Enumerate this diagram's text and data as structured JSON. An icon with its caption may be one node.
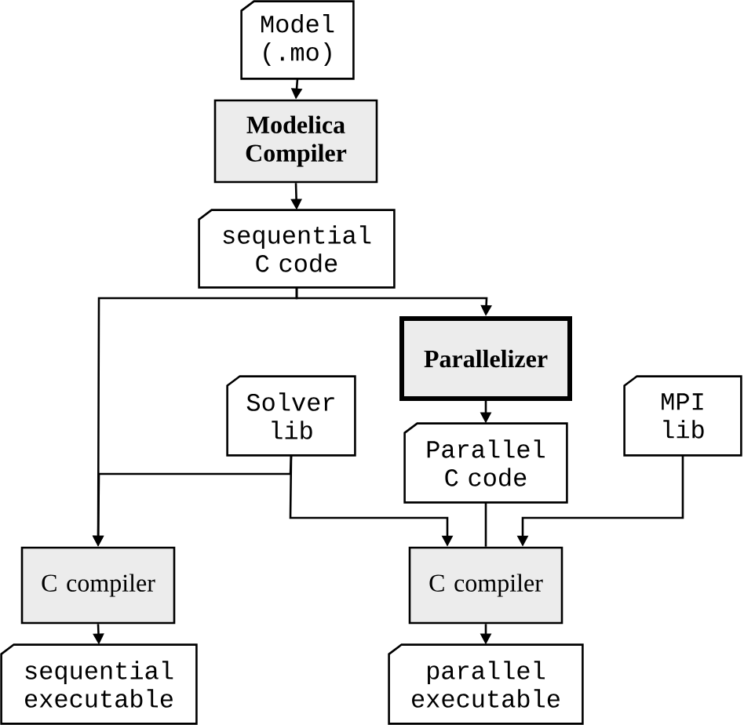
{
  "diagram": {
    "nodes": [
      {
        "text": [
          "Model (.mo)"
        ]
      },
      {
        "text": [
          "Modelica Compiler"
        ]
      },
      {
        "text": [
          "sequential C code"
        ]
      },
      {
        "text": [
          "Parallelizer"
        ]
      },
      {
        "text": [
          "Solver lib"
        ]
      },
      {
        "text": [
          "Parallel C code"
        ]
      },
      {
        "text": [
          "MPI lib"
        ]
      },
      {
        "text": [
          "C compiler"
        ]
      },
      {
        "text": [
          "C compiler"
        ]
      },
      {
        "text": [
          "sequential executable"
        ]
      },
      {
        "text": [
          "parallel executable"
        ]
      }
    ],
    "edges": [
      {
        "from": 0,
        "to": 1,
        "arrow": "to"
      },
      {
        "from": 1,
        "to": 2,
        "arrow": "to"
      },
      {
        "from": 2,
        "to": 7,
        "arrow": "to"
      },
      {
        "from": 2,
        "to": 3,
        "arrow": "to"
      },
      {
        "from": 3,
        "to": 5,
        "arrow": "to"
      },
      {
        "from": 4,
        "to": 7,
        "arrow": "to"
      },
      {
        "from": 4,
        "to": 8,
        "arrow": "to"
      },
      {
        "from": 5,
        "to": 8,
        "arrow": "none"
      },
      {
        "from": 6,
        "to": 8,
        "arrow": "to"
      },
      {
        "from": 7,
        "to": 9,
        "arrow": "to"
      },
      {
        "from": 8,
        "to": 10,
        "arrow": "to"
      }
    ]
  }
}
